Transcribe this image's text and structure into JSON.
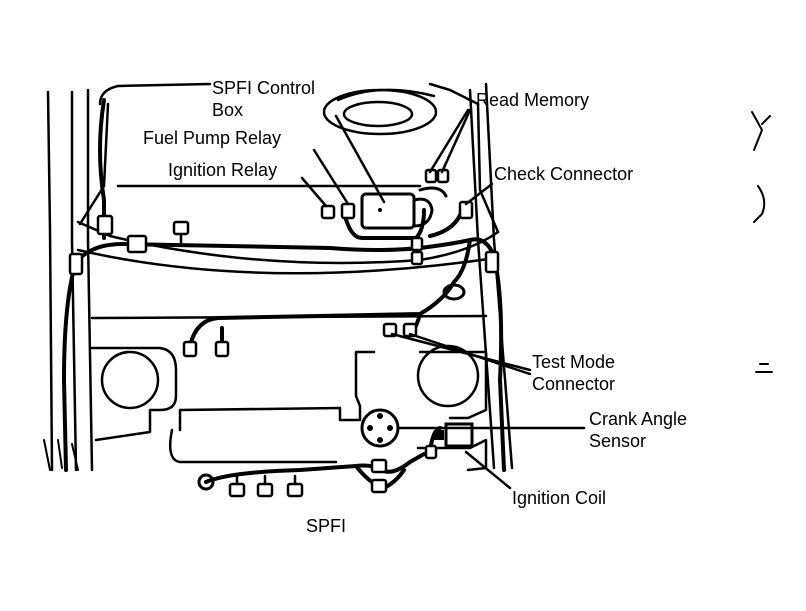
{
  "labels": {
    "spfi_control_box_line1": "SPFI Control",
    "spfi_control_box_line2": "Box",
    "fuel_pump_relay": "Fuel Pump Relay",
    "ignition_relay": "Ignition Relay",
    "read_memory": "Read Memory",
    "check_connector": "Check Connector",
    "test_mode_line1": "Test Mode",
    "test_mode_line2": "Connector",
    "crank_angle_line1": "Crank Angle",
    "crank_angle_line2": "Sensor",
    "ignition_coil": "Ignition Coil",
    "caption": "SPFI"
  },
  "colors": {
    "ink": "#000000",
    "paper": "#ffffff"
  }
}
